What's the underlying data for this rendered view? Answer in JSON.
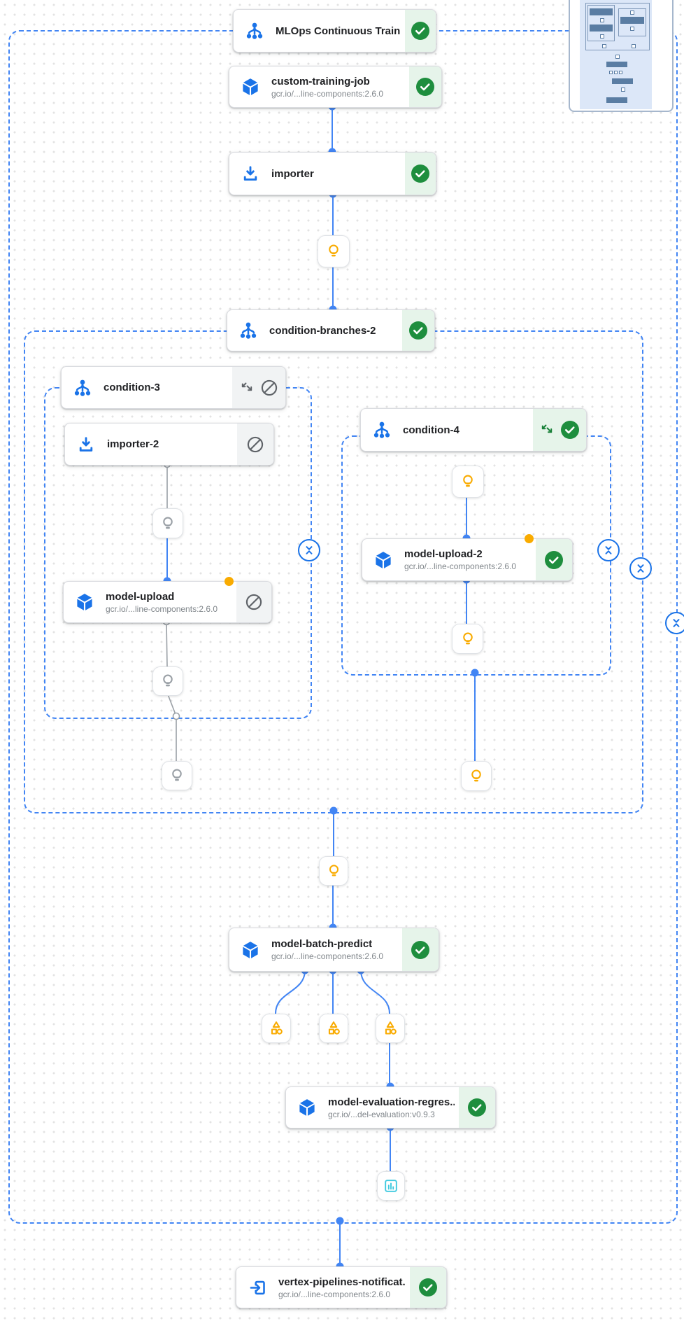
{
  "app": {
    "view": "vertex-pipeline-dag"
  },
  "colors": {
    "edge_blue": "#4285f4",
    "icon_blue": "#1a73e8",
    "success_green": "#1e8e3e",
    "success_bg": "#e6f4ea",
    "skipped_bg": "#f1f3f4",
    "skipped_gray": "#5f6368",
    "pending_yellow": "#f9ab00",
    "metrics_cyan": "#3ec9df",
    "gray_edge": "#9aa0a6"
  },
  "nodes": [
    {
      "id": "mlops-continuous-training",
      "title": "MLOps Continuous Traini...",
      "icon": "dag-icon",
      "status": "succeeded"
    },
    {
      "id": "custom-training-job",
      "title": "custom-training-job",
      "subtitle": "gcr.io/...line-components:2.6.0",
      "icon": "component-cube-icon",
      "status": "succeeded"
    },
    {
      "id": "importer",
      "title": "importer",
      "icon": "importer-icon",
      "status": "succeeded"
    },
    {
      "id": "condition-branches-2",
      "title": "condition-branches-2",
      "icon": "dag-icon",
      "status": "succeeded"
    },
    {
      "id": "condition-3",
      "title": "condition-3",
      "icon": "dag-icon",
      "status": "skipped"
    },
    {
      "id": "importer-2",
      "title": "importer-2",
      "icon": "importer-icon",
      "status": "skipped"
    },
    {
      "id": "model-upload",
      "title": "model-upload",
      "subtitle": "gcr.io/...line-components:2.6.0",
      "icon": "component-cube-icon",
      "status": "skipped",
      "marker": "pending-dot"
    },
    {
      "id": "condition-4",
      "title": "condition-4",
      "icon": "dag-icon",
      "status": "succeeded"
    },
    {
      "id": "model-upload-2",
      "title": "model-upload-2",
      "subtitle": "gcr.io/...line-components:2.6.0",
      "icon": "component-cube-icon",
      "status": "succeeded",
      "marker": "pending-dot"
    },
    {
      "id": "model-batch-predict",
      "title": "model-batch-predict",
      "subtitle": "gcr.io/...line-components:2.6.0",
      "icon": "component-cube-icon",
      "status": "succeeded"
    },
    {
      "id": "model-evaluation-regression",
      "title": "model-evaluation-regres...",
      "subtitle": "gcr.io/...del-evaluation:v0.9.3",
      "icon": "component-cube-icon",
      "status": "succeeded"
    },
    {
      "id": "vertex-pipelines-notification",
      "title": "vertex-pipelines-notificat...",
      "subtitle": "gcr.io/...line-components:2.6.0",
      "icon": "exit-to-app-icon",
      "status": "succeeded"
    }
  ],
  "groups": [
    {
      "id": "mlops-pipeline-boundary"
    },
    {
      "id": "condition-branches-2-boundary"
    },
    {
      "id": "condition-3-boundary"
    },
    {
      "id": "condition-4-boundary"
    }
  ],
  "helpers": {
    "lightbulb_yellow_count": 5,
    "lightbulb_gray_count": 3,
    "artifact_count": 3,
    "collapse_button_count": 4
  }
}
